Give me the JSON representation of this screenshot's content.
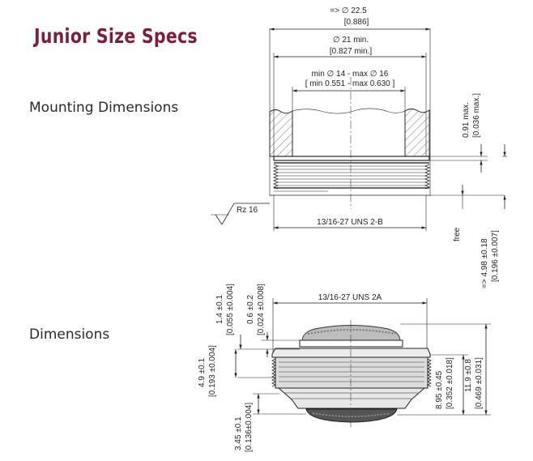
{
  "title": "Junior Size Specs",
  "sections": {
    "mounting": "Mounting Dimensions",
    "dimensions": "Dimensions"
  },
  "mounting_drawing": {
    "outer_dia_mm": "=>  ∅ 22.5",
    "outer_dia_in": "[0.886]",
    "min_dia_mm": "∅ 21 min.",
    "min_dia_in": "[0.827 min.]",
    "bore_mm": "min ∅ 14 - max  ∅ 16",
    "bore_in": "[ min 0.551 - max 0.630 ]",
    "depth_mm": "0.91 max.",
    "depth_in": "[0.036 max.]",
    "roughness": "Rz  16",
    "thread": "13/16-27 UNS 2-B",
    "free": "free",
    "length_mm": "=> 4.98 ±0.18",
    "length_in": "[0.196 ±0.007]"
  },
  "product_drawing": {
    "thread": "13/16-27 UNS 2A",
    "d1_mm": "1.4 ±0.1",
    "d1_in": "[0.055 ±0.004]",
    "d2_mm": "0.6 ±0.2",
    "d2_in": "[0.024 ±0.008]",
    "d3_mm": "4.9 ±0.1",
    "d3_in": "[0.193 ±0.004]",
    "d4_mm": "3.45 ±0.1",
    "d4_in": "[0.136±0.004]",
    "d5_mm": "8.95 ±0.45",
    "d5_in": "[0.352 ±0.018]",
    "d6_mm": "11.9 ±0.8",
    "d6_in": "[0.469 ±0.031]"
  }
}
